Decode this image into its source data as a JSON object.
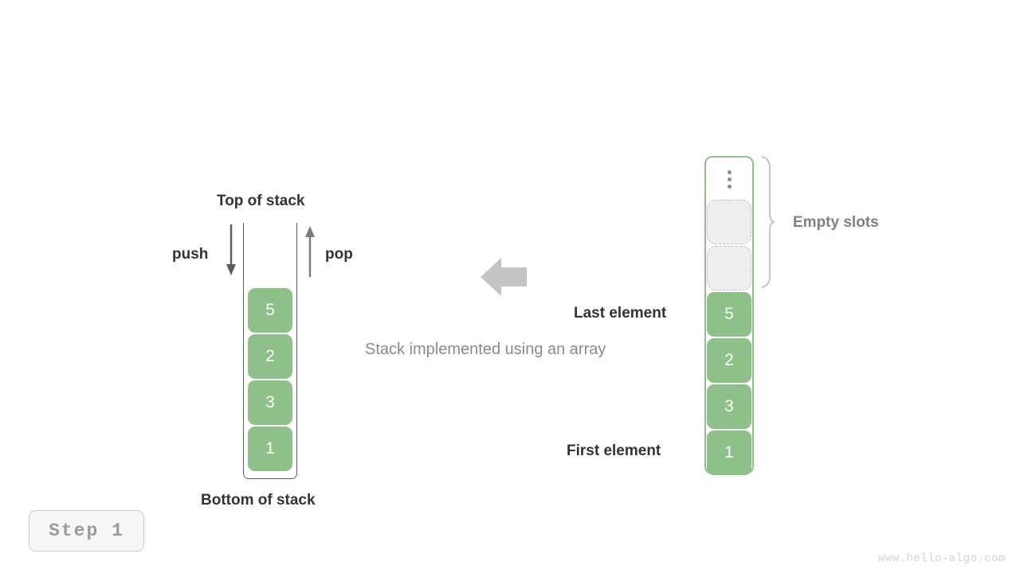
{
  "diagram": {
    "caption": "Stack implemented using an array",
    "step_badge": "Step 1",
    "watermark": "www.hello-algo.com",
    "colors": {
      "element_fill": "#8ec08a",
      "element_text": "#ffffff",
      "empty_slot_fill": "#eeeeee",
      "empty_slot_border": "#c2c2c2",
      "container_border": "#5a5a5a",
      "array_border": "#8ec08a",
      "arrow_gray": "#c4c4c4",
      "label_dark": "#333333",
      "label_gray": "#808080"
    }
  },
  "stack": {
    "top_label": "Top of stack",
    "bottom_label": "Bottom of stack",
    "push_label": "push",
    "pop_label": "pop",
    "push_icon": "arrow-down-icon",
    "pop_icon": "arrow-up-icon",
    "elements": [
      {
        "value": "5"
      },
      {
        "value": "2"
      },
      {
        "value": "3"
      },
      {
        "value": "1"
      }
    ]
  },
  "array": {
    "ellipsis_icon": "vertical-ellipsis-icon",
    "empty_slots_label": "Empty slots",
    "empty_slots_count": 2,
    "last_element_label": "Last element",
    "first_element_label": "First element",
    "brace_icon": "curly-brace-icon",
    "elements": [
      {
        "value": "5"
      },
      {
        "value": "2"
      },
      {
        "value": "3"
      },
      {
        "value": "1"
      }
    ]
  },
  "center": {
    "arrow_icon": "arrow-left-icon"
  }
}
